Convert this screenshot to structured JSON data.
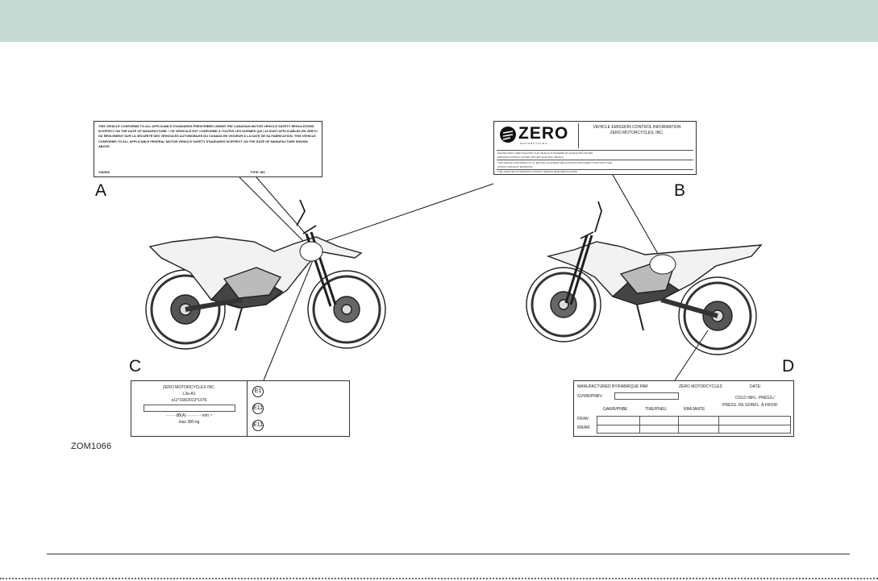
{
  "figure": {
    "reference_code": "ZOM1066",
    "callouts": [
      "A",
      "B",
      "C",
      "D"
    ]
  },
  "label_a": {
    "text": "THIS VEHICLE CONFORMS TO ALL APPLICABLE STANDARDS PRESCRIBED UNDER THE CANADIAN MOTOR VEHICLE SAFETY REGULATIONS IN EFFECT ON THE DATE OF MANUFACTURE. / CE VÉHICULE EST CONFORME À TOUTES LES NORMES QUI LUI SONT APPLICABLES EN VERTU DU RÈGLEMENT SUR LA SÉCURITÉ DES VÉHICULES AUTOMOBILES DU CANADA EN VIGUEUR À LA DATE DE SA FABRICATION. THIS VEHICLE CONFORMS TO ALL APPLICABLE FEDERAL MOTOR VEHICLE SAFETY STANDARDS IN EFFECT ON THE DATE OF MANUFACTURE SHOWN ABOVE.",
    "left_field": "VIN/NIV",
    "right_field": "TYPE: MC"
  },
  "label_b": {
    "logo_word": "ZERO",
    "logo_sub": "MOTORCYCLES",
    "heading_lines": [
      "VEHICLE EMISSION CONTROL INFORMATION",
      "ZERO MOTORCYCLES, INC."
    ],
    "lines": [
      "ENGINE FAMILY: ZERO ELECTRIC   THIS VEHICLE IS POWERED BY AN ELECTRIC MOTOR",
      "EMISSION CONTROL SYSTEM: BATTERY ELECTRIC VEHICLE",
      "THIS VEHICLE CONFORMS TO U.S. EPA AND CALIFORNIA REGULATIONS APPLICABLE TO MOTORCYCLES",
      "WITHOUT EXHAUST EMISSIONS",
      "FUEL: ELECTRIC   NO EMISSION CONTROL SERVICE REQUIRED   PLACARD"
    ]
  },
  "label_c": {
    "manufacturer": "ZERO MOTORCYCLES INC.",
    "code": "L3e-A1",
    "vin_pattern": "e11*168/2013*1076",
    "dba_line": "- - - - dB(A) - - - - - - min⁻¹",
    "max_mass": "max 380 kg",
    "marks": [
      "E1",
      "E11",
      "E11"
    ]
  },
  "label_d": {
    "manufactured_by": "MANUFACTURED BY/FABRIQUÉ PAR",
    "maker": "ZERO MOTORCYCLES",
    "date_label": "DATE:",
    "gvwr_label": "GVWR/PNBV:",
    "col_gawr": "GAWR/PNBE",
    "col_tire": "TIRE/PNEU",
    "col_rim": "RIM/JANTE",
    "col_cold": [
      "COLD INFL. PRESS./",
      "PRESS. DE GONFL. À FROID"
    ],
    "row_front": "FR/AV",
    "row_rear": "RR/AR"
  }
}
